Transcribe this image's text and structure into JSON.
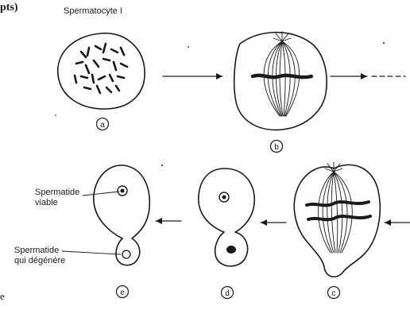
{
  "header": {
    "fragment": "pts)",
    "title": "Spermatocyte I"
  },
  "stages": [
    {
      "id": "a",
      "label": "a"
    },
    {
      "id": "b",
      "label": "b"
    },
    {
      "id": "c",
      "label": "c"
    },
    {
      "id": "d",
      "label": "d"
    },
    {
      "id": "e",
      "label": "e"
    }
  ],
  "annotations": {
    "viable_line1": "Spermatide",
    "viable_line2": "viable",
    "degen_line1": "Spermatide",
    "degen_line2": "qui dégénère"
  },
  "footer_fragment": "e",
  "colors": {
    "ink": "#1a1a1a",
    "paper": "#ffffff"
  }
}
